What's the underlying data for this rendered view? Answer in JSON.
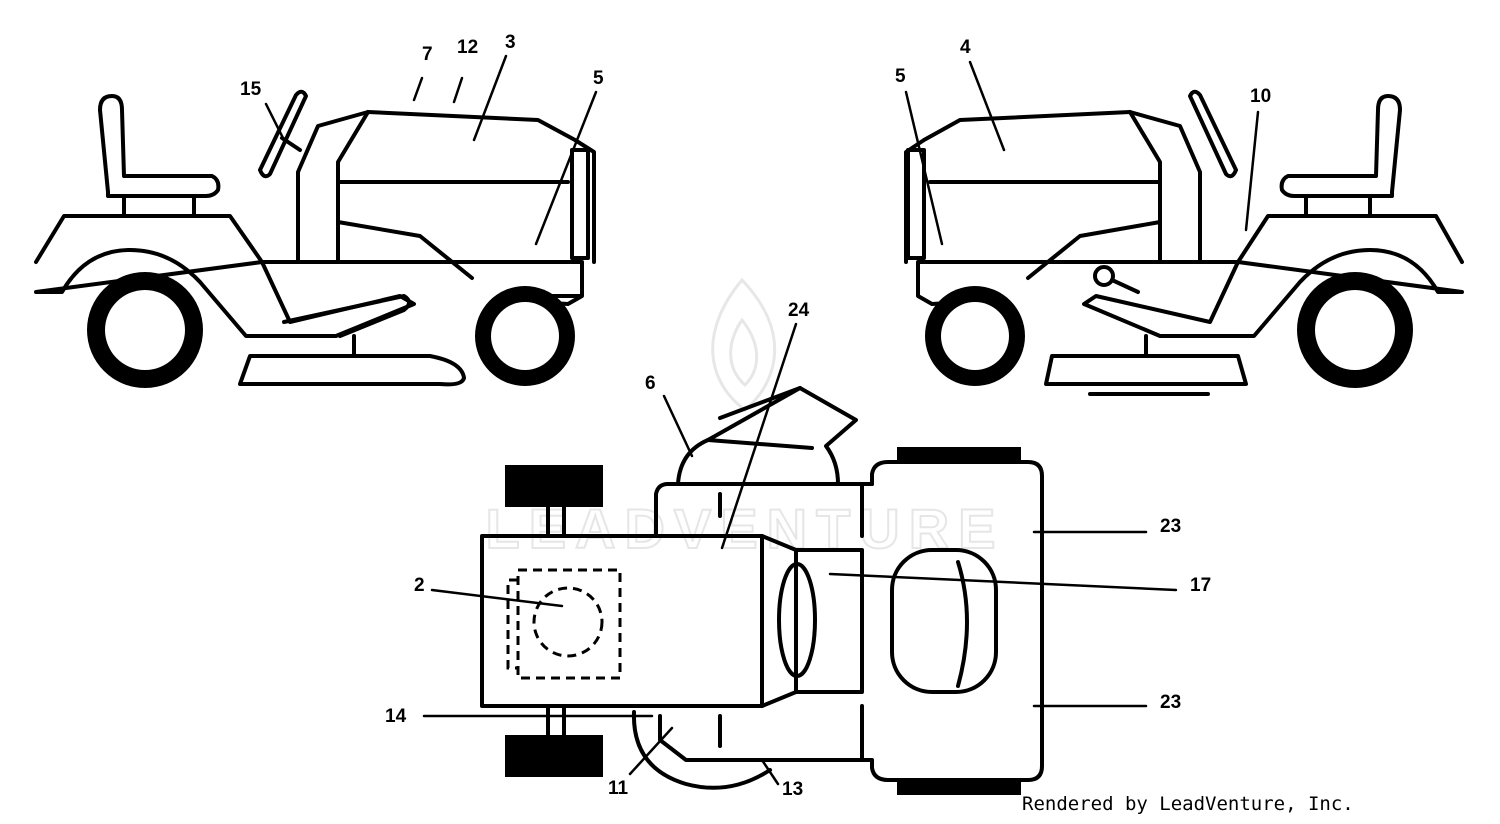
{
  "callouts": {
    "c2": "2",
    "c3": "3",
    "c4": "4",
    "c5a": "5",
    "c5b": "5",
    "c6": "6",
    "c7": "7",
    "c10": "10",
    "c11": "11",
    "c12": "12",
    "c13": "13",
    "c14": "14",
    "c15": "15",
    "c17": "17",
    "c23a": "23",
    "c23b": "23",
    "c24": "24"
  },
  "watermark": {
    "text": "LEADVENTURE"
  },
  "credit": "Rendered by LeadVenture, Inc."
}
